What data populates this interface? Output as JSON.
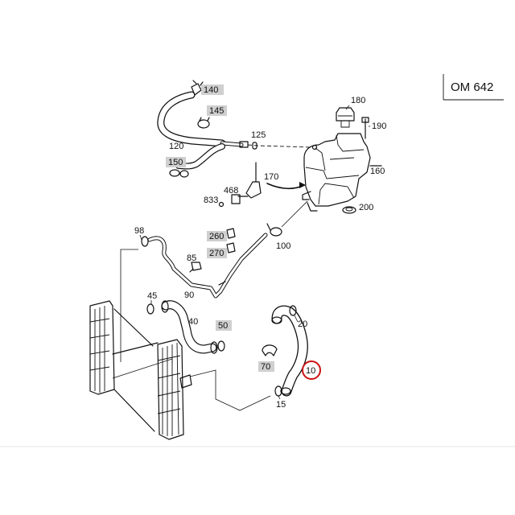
{
  "model_label": "OM 642",
  "highlight_color": "#cc1111",
  "highlight_label_box_color": "#cfcfcf",
  "parts": {
    "p10": "10",
    "p15": "15",
    "p20": "20",
    "p40": "40",
    "p45": "45",
    "p50": "50",
    "p70": "70",
    "p85": "85",
    "p90": "90",
    "p98": "98",
    "p100": "100",
    "p120": "120",
    "p125": "125",
    "p140": "140",
    "p145": "145",
    "p150": "150",
    "p160": "160",
    "p170": "170",
    "p180": "180",
    "p190": "190",
    "p200": "200",
    "p260": "260",
    "p270": "270",
    "p468": "468",
    "p833": "833"
  },
  "highlighted_part": "10"
}
